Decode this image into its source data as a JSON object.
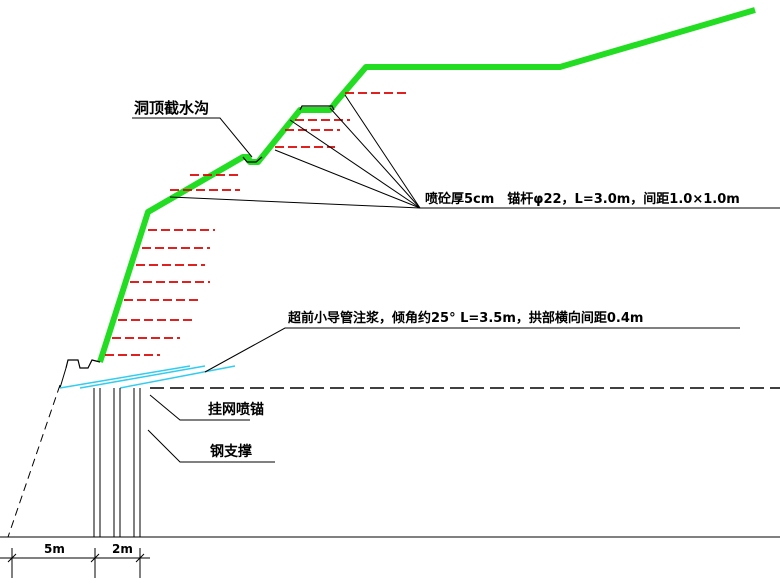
{
  "labels": {
    "drain_ditch": "洞顶截水沟",
    "shotcrete_bolt": "喷砼厚5cm　锚杆φ22，L=3.0m，间距1.0×1.0m",
    "pipe_grouting": "超前小导管注浆，倾角约25°  L=3.5m，拱部横向间距0.4m",
    "mesh_shotcrete": "挂网喷锚",
    "steel_support": "钢支撑"
  },
  "dimensions": {
    "left_width": "5m",
    "right_width": "2m"
  },
  "colors": {
    "slope_protection": "#22dd22",
    "bolts": "#dd0000",
    "grout_pipes": "#33ccee",
    "lines": "#000000"
  }
}
